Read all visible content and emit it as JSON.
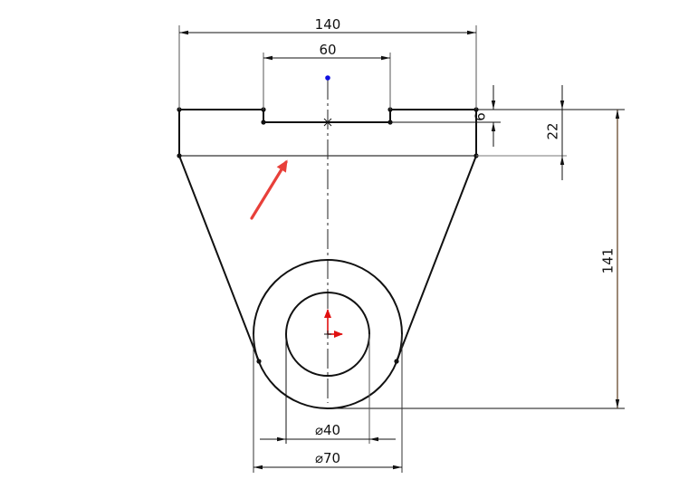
{
  "drawing": {
    "type": "cad-sketch",
    "colors": {
      "geometry": "#111111",
      "dimension": "#111111",
      "dimension_141": "#5a3a1a",
      "centerline": "#222222",
      "annotation_arrow": "#e8403a",
      "origin_arrow": "#e01010",
      "point_blue": "#1010e0"
    },
    "dimensions": {
      "overall_width": "140",
      "slot_width": "60",
      "slot_depth": "6",
      "top_height": "22",
      "total_height": "141",
      "inner_diameter": "⌀40",
      "outer_diameter": "⌀70"
    },
    "annotations": {
      "pointer_arrow": "red-arrow-pointing-to-top-plate-bottom-edge",
      "origin": "sketch-origin"
    }
  }
}
